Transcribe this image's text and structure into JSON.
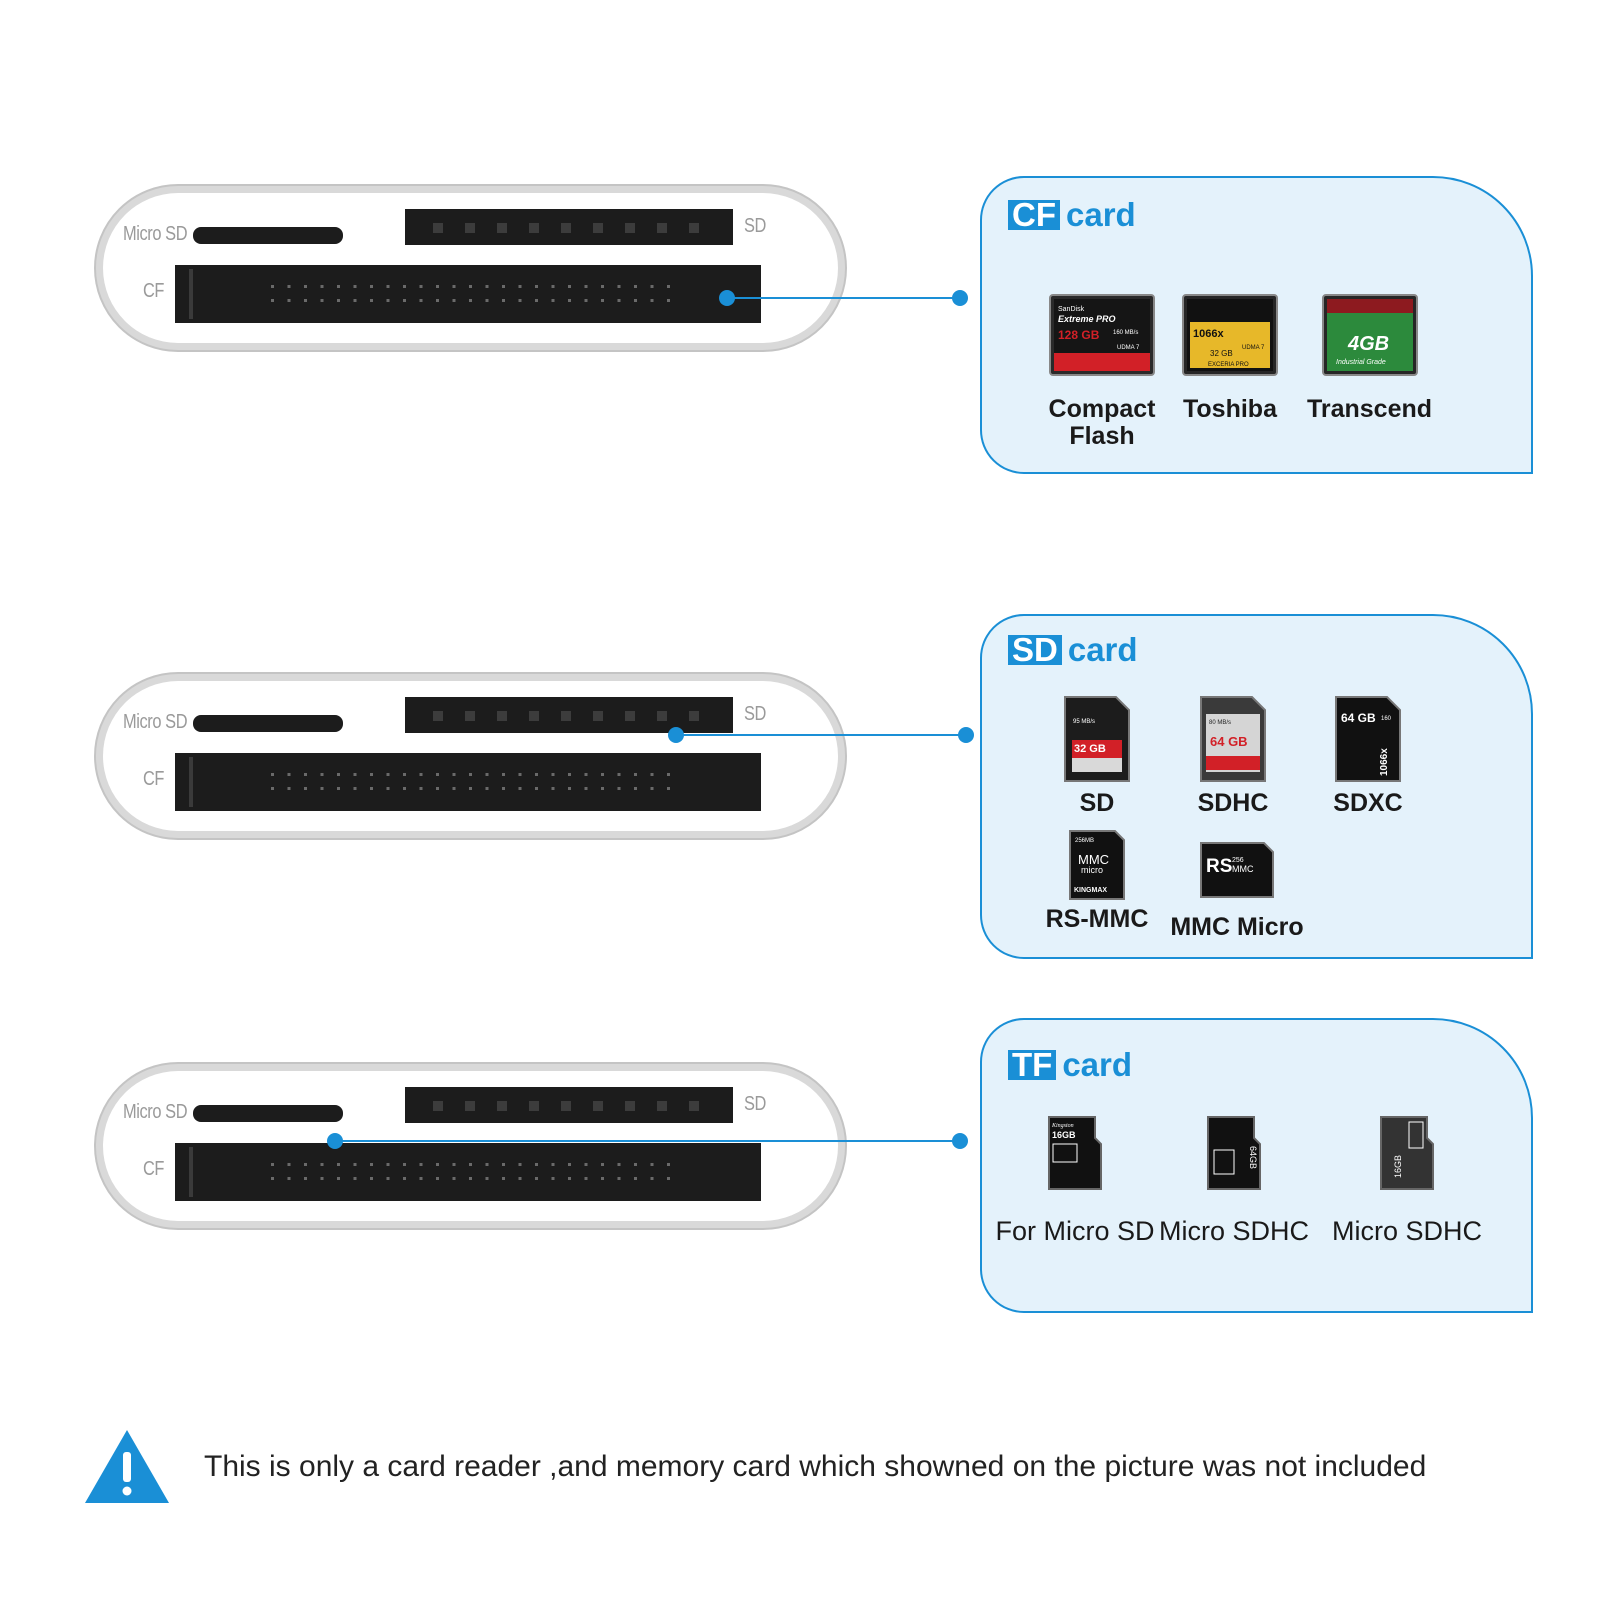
{
  "reader": {
    "slot_labels": {
      "micro_sd": "Micro SD",
      "sd": "SD",
      "cf": "CF"
    }
  },
  "panels": [
    {
      "tag": "CF",
      "word": "card",
      "cards": [
        {
          "label": "Compact\nFlash",
          "icon": "sandisk-cf-card-icon",
          "face_text": [
            "SanDisk",
            "Extreme PRO",
            "128 GB",
            "160 MB/s",
            "UDMA 7"
          ]
        },
        {
          "label": "Toshiba",
          "icon": "toshiba-cf-card-icon",
          "face_text": [
            "1066x",
            "32 GB",
            "UDMA 7",
            "EXCERIA PRO"
          ]
        },
        {
          "label": "Transcend",
          "icon": "transcend-cf-card-icon",
          "face_text": [
            "4GB",
            "Industrial Grade"
          ]
        }
      ]
    },
    {
      "tag": "SD",
      "word": "card",
      "cards": [
        {
          "label": "SD",
          "icon": "sd-card-icon",
          "face_text": [
            "95 MB/s",
            "32 GB"
          ]
        },
        {
          "label": "SDHC",
          "icon": "sdhc-card-icon",
          "face_text": [
            "80 MB/s",
            "64 GB"
          ]
        },
        {
          "label": "SDXC",
          "icon": "sdxc-card-icon",
          "face_text": [
            "64 GB",
            "160",
            "1066x"
          ]
        },
        {
          "label": "RS-MMC",
          "icon": "rs-mmc-card-icon",
          "face_text": [
            "256MB",
            "MMC",
            "micro",
            "KINGMAX"
          ]
        },
        {
          "label": "MMC Micro",
          "icon": "mmc-micro-card-icon",
          "face_text": [
            "RS",
            "256",
            "MMC"
          ]
        }
      ]
    },
    {
      "tag": "TF",
      "word": "card",
      "cards": [
        {
          "label": "For Micro SD",
          "icon": "kingston-microsd-card-icon",
          "face_text": [
            "Kingston",
            "16GB"
          ]
        },
        {
          "label": "Micro SDHC",
          "icon": "microsdhc-64gb-card-icon",
          "face_text": [
            "64GB"
          ]
        },
        {
          "label": "Micro SDHC",
          "icon": "microsdhc-16gb-card-icon",
          "face_text": [
            "16GB"
          ]
        }
      ]
    }
  ],
  "disclaimer": {
    "icon": "warning-triangle-icon",
    "text": "This is only a card reader ,and memory card which showned on the picture was not included"
  },
  "colors": {
    "accent": "#1a8fd6",
    "panel_bg": "#e4f2fb"
  }
}
